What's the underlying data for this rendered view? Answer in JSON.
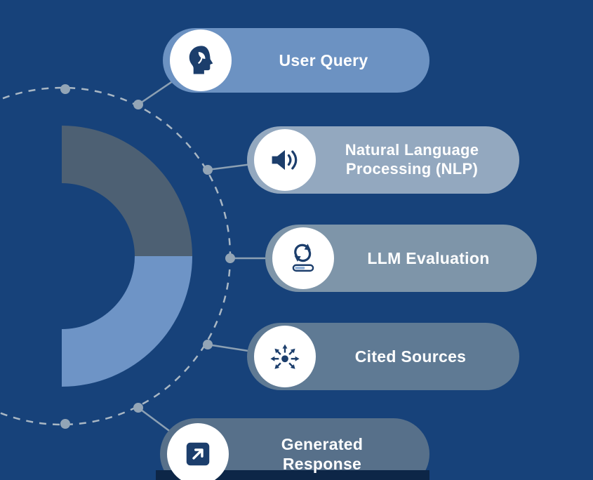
{
  "infographic": {
    "steps": [
      {
        "label": "User Query",
        "icon": "mind-icon"
      },
      {
        "label": "Natural Language Processing (NLP)",
        "icon": "speaker-icon"
      },
      {
        "label": "LLM Evaluation",
        "icon": "refresh-progress-icon"
      },
      {
        "label": "Cited Sources",
        "icon": "radiating-arrows-icon"
      },
      {
        "label": "Generated Response",
        "icon": "external-arrow-icon"
      }
    ],
    "colors": {
      "background": "#17427A",
      "pill_user_query": "#6C92C2",
      "pill_nlp": "#93A8BF",
      "pill_llm_evaluation": "#7E95A9",
      "pill_cited_sources": "#5F7A94",
      "pill_generated_response": "#57708A",
      "ring_top": "#4D6073",
      "ring_bottom": "#6E94C6",
      "dashed_arc": "#A9B7C4",
      "connector": "#8CA0B3",
      "icon_glyph": "#1C3E6C",
      "text": "#FFFFFF"
    }
  }
}
